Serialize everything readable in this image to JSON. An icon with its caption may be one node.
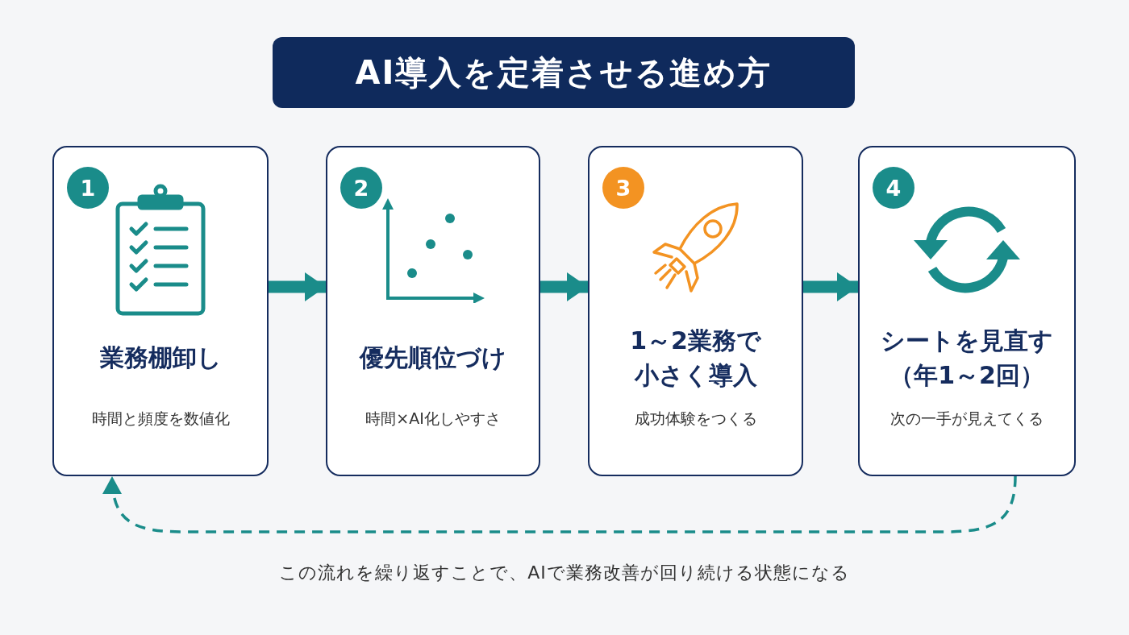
{
  "diagram": {
    "title": "AI導入を定着させる進め方",
    "nodes": [
      {
        "text": [
          "1",
          "業務棚卸し",
          "時間と頻度を数値化"
        ]
      },
      {
        "text": [
          "2",
          "優先順位づけ",
          "時間×AI化しやすさ"
        ]
      },
      {
        "text": [
          "3",
          "1～2業務で小さく導入",
          "成功体験をつくる"
        ]
      },
      {
        "text": [
          "4",
          "シートを見直す（年1～2回）",
          "次の一手が見えてくる"
        ]
      }
    ],
    "edges": [
      {
        "from": 0,
        "to": 1,
        "arrow": "to"
      },
      {
        "from": 1,
        "to": 2,
        "arrow": "to"
      },
      {
        "from": 2,
        "to": 3,
        "arrow": "to"
      },
      {
        "from": 3,
        "to": 0,
        "arrow": "to",
        "style": "dashed"
      }
    ],
    "caption": "この流れを繰り返すことで、AIで業務改善が回り続ける状態になる"
  }
}
